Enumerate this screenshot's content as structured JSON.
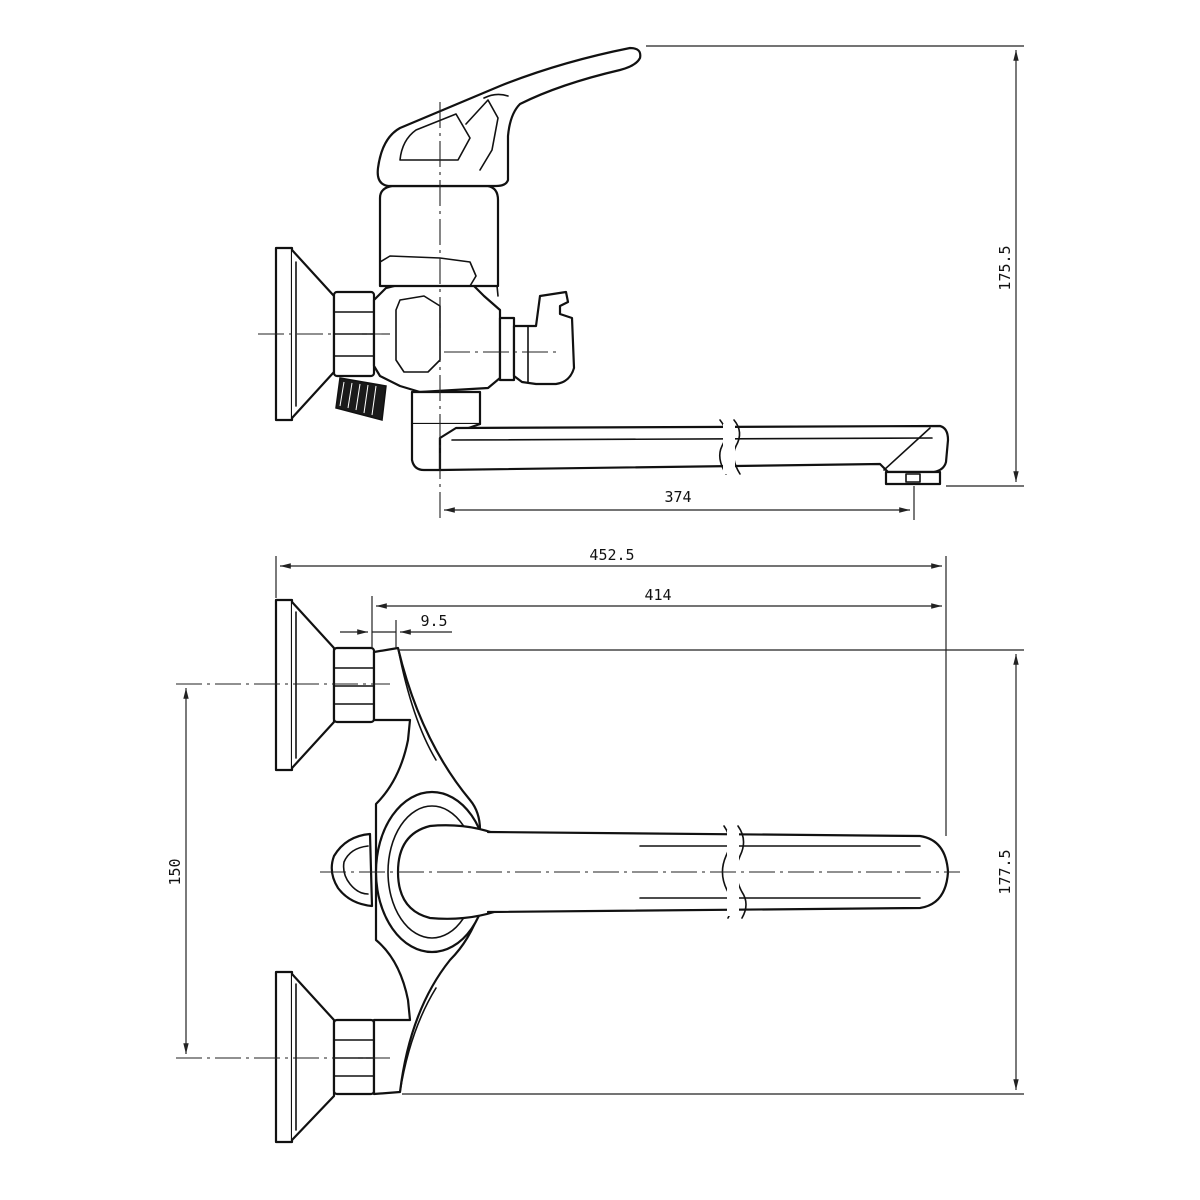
{
  "drawing": {
    "line_color": "#111111",
    "background": "#ffffff"
  },
  "side_view": {
    "dimensions": {
      "height": "175.5",
      "spout_reach": "374"
    }
  },
  "top_view": {
    "dimensions": {
      "overall_length": "452.5",
      "body_to_spout": "414",
      "wall_offset": "9.5",
      "inlet_spacing": "150",
      "overall_width": "177.5"
    }
  }
}
